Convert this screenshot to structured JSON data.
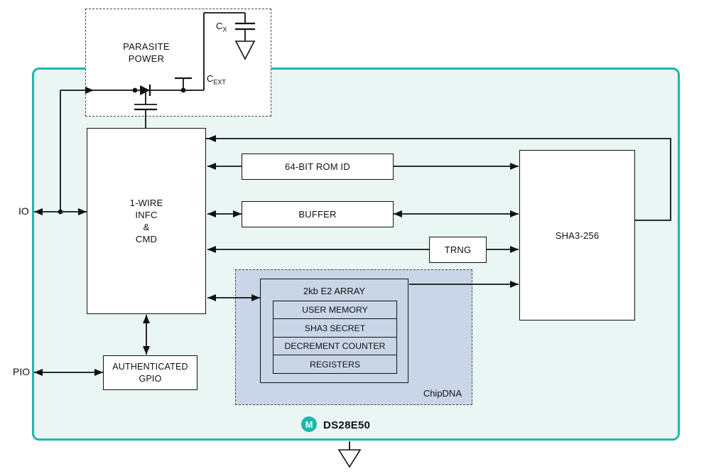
{
  "labels": {
    "io": "IO",
    "pio": "PIO"
  },
  "parasite": {
    "title_line1": "PARASITE",
    "title_line2": "POWER",
    "cx": {
      "base": "C",
      "sub": "X"
    },
    "cext": {
      "base": "C",
      "sub": "EXT"
    }
  },
  "blocks": {
    "one_wire": {
      "lines": [
        "1-WIRE",
        "INFC",
        "&",
        "CMD"
      ]
    },
    "rom_id": {
      "label": "64-BIT ROM ID"
    },
    "buffer": {
      "label": "BUFFER"
    },
    "trng": {
      "label": "TRNG"
    },
    "sha3": {
      "label": "SHA3-256"
    },
    "gpio": {
      "lines": [
        "AUTHENTICATED",
        "GPIO"
      ]
    },
    "e2_array": {
      "title": "2kb E2 ARRAY",
      "rows": [
        "USER MEMORY",
        "SHA3 SECRET",
        "DECREMENT COUNTER",
        "REGISTERS"
      ]
    },
    "chipdna": {
      "label": "ChipDNA"
    }
  },
  "brand": {
    "part_number": "DS28E50",
    "logo_letter": "M"
  },
  "colors": {
    "chip_border": "#1db9a8",
    "chip_fill": "#e9f6f4",
    "chipdna_fill": "#c9d6e8",
    "line": "#111111"
  }
}
